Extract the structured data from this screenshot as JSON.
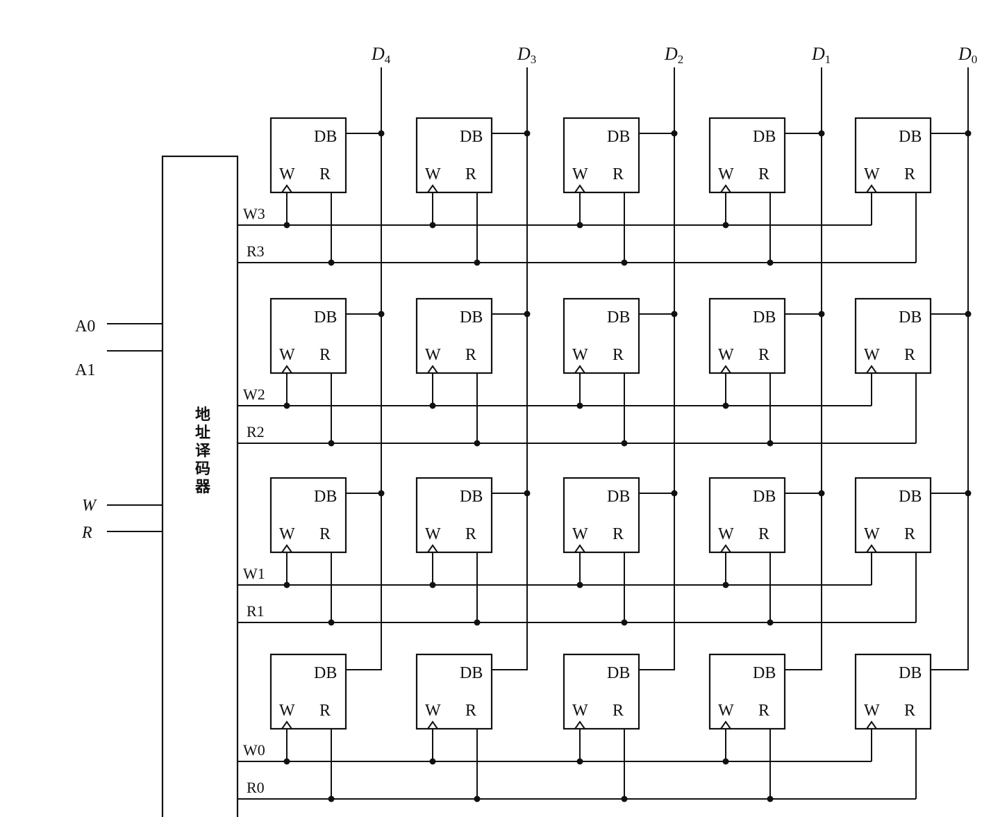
{
  "decoder": {
    "label": "地址译码器"
  },
  "inputs": [
    {
      "id": "a0",
      "label": "A0",
      "italic": false
    },
    {
      "id": "a1",
      "label": "A1",
      "italic": false
    },
    {
      "id": "w",
      "label": "W",
      "italic": true
    },
    {
      "id": "r",
      "label": "R",
      "italic": true
    }
  ],
  "data_buses": [
    {
      "id": "d4",
      "base": "D",
      "sub": "4"
    },
    {
      "id": "d3",
      "base": "D",
      "sub": "3"
    },
    {
      "id": "d2",
      "base": "D",
      "sub": "2"
    },
    {
      "id": "d1",
      "base": "D",
      "sub": "1"
    },
    {
      "id": "d0",
      "base": "D",
      "sub": "0"
    }
  ],
  "word_rows": [
    {
      "write_label": "W3",
      "read_label": "R3"
    },
    {
      "write_label": "W2",
      "read_label": "R2"
    },
    {
      "write_label": "W1",
      "read_label": "R1"
    },
    {
      "write_label": "W0",
      "read_label": "R0"
    }
  ],
  "cell": {
    "data_label": "DB",
    "write_label": "W",
    "read_label": "R"
  }
}
